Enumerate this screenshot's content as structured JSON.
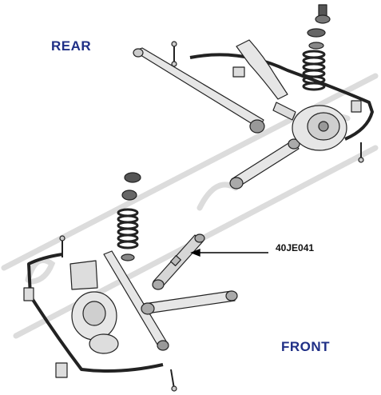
{
  "labels": {
    "rear": "REAR",
    "front": "FRONT",
    "part_number": "40JE041"
  },
  "colors": {
    "axle_label": "#1f2f86",
    "line": "#222222",
    "part_fill": "#e6e6e6",
    "watermark": "#d9d9d9"
  },
  "icons": {
    "pointer": "arrow-left-icon"
  }
}
